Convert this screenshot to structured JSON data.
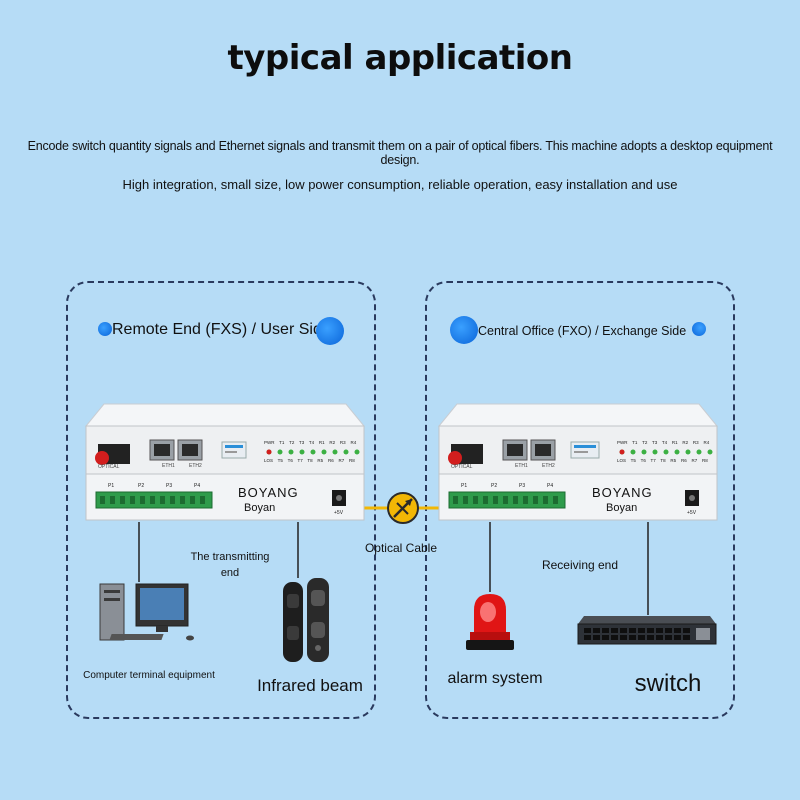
{
  "header": {
    "title": "typical application",
    "description_line1": "Encode switch quantity signals and Ethernet signals and transmit them on a pair of optical fibers. This machine adopts a desktop equipment design.",
    "description_line2": "High integration, small size, low power consumption, reliable operation, easy installation and use"
  },
  "left_panel": {
    "title": "Remote End (FXS) / User Side",
    "device": {
      "brand": "BOYANG",
      "sub_brand": "Boyan",
      "port_optical": "OPTICAL",
      "port_eth1": "ETH1",
      "port_eth2": "ETH2",
      "power_label": "+5V",
      "input_groups": [
        "P1",
        "P2",
        "P3",
        "P4"
      ],
      "indicator_top": [
        "PWR",
        "T1",
        "T2",
        "T3",
        "T4",
        "R1",
        "R2",
        "R3",
        "R4"
      ],
      "indicator_bottom": [
        "LOS",
        "T5",
        "T6",
        "T7",
        "T8",
        "R5",
        "R6",
        "R7",
        "R8"
      ]
    },
    "transmit_label_line1": "The transmitting",
    "transmit_label_line2": "end",
    "computer_label": "Computer terminal equipment",
    "beam_label": "Infrared beam"
  },
  "right_panel": {
    "title": "Central Office (FXO) / Exchange Side",
    "device": {
      "brand": "BOYANG",
      "sub_brand": "Boyan",
      "port_optical": "OPTICAL",
      "port_eth1": "ETH1",
      "port_eth2": "ETH2",
      "power_label": "+5V",
      "input_groups": [
        "P1",
        "P2",
        "P3",
        "P4"
      ],
      "indicator_top": [
        "PWR",
        "T1",
        "T2",
        "T3",
        "T4",
        "R1",
        "R2",
        "R3",
        "R4"
      ],
      "indicator_bottom": [
        "LOS",
        "T5",
        "T6",
        "T7",
        "T8",
        "R5",
        "R6",
        "R7",
        "R8"
      ]
    },
    "receive_label": "Receiving end",
    "alarm_label": "alarm system",
    "switch_label": "switch"
  },
  "link": {
    "label": "Optical Cable",
    "color": "#f2b705"
  },
  "colors": {
    "background": "#b6dcf6",
    "accent_blue": "#0a64d8",
    "panel_border": "#2a3a5e"
  }
}
